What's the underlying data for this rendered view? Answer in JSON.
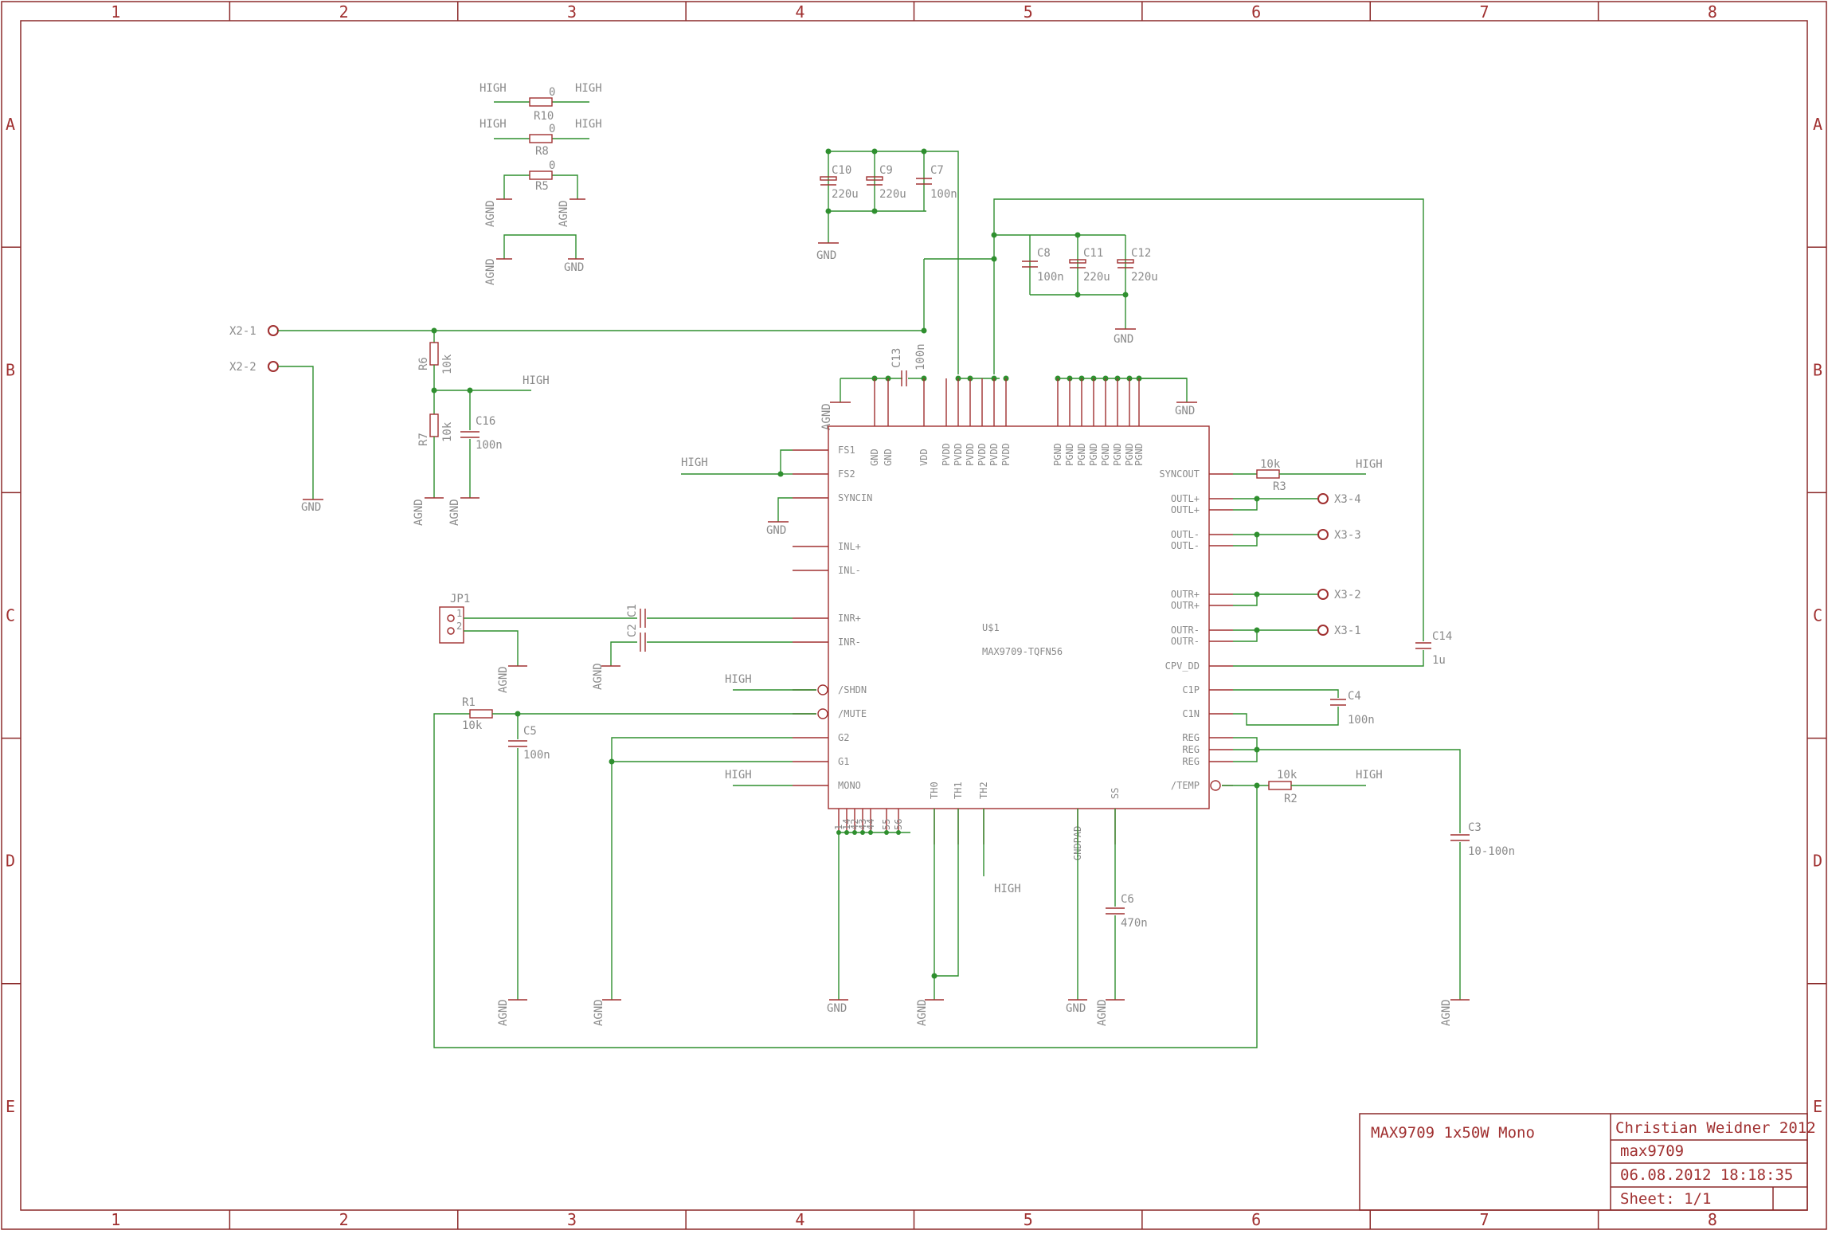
{
  "grid": {
    "columns": [
      "1",
      "2",
      "3",
      "4",
      "5",
      "6",
      "7",
      "8"
    ],
    "rows": [
      "A",
      "B",
      "C",
      "D",
      "E"
    ]
  },
  "title_block": {
    "title": "MAX9709 1x50W Mono",
    "author": "Christian Weidner 2012",
    "filename": "max9709",
    "date": "06.08.2012 18:18:35",
    "sheet": "Sheet: 1/1"
  },
  "ic": {
    "name": "U$1",
    "part": "MAX9709-TQFN56",
    "left_pins": [
      "FS1",
      "FS2",
      "SYNCIN",
      "INL+",
      "INL-",
      "INR+",
      "INR-",
      "/SHDN",
      "/MUTE",
      "G2",
      "G1",
      "MONO"
    ],
    "right_pins": [
      "SYNCOUT",
      "OUTL+",
      "OUTL+",
      "OUTL-",
      "OUTL-",
      "OUTR+",
      "OUTR+",
      "OUTR-",
      "OUTR-",
      "CPV_DD",
      "C1P",
      "C1N",
      "REG",
      "REG",
      "REG",
      "/TEMP"
    ],
    "top_pins": [
      "GND",
      "GND",
      "VDD",
      "PVDD",
      "PVDD",
      "PVDD",
      "PVDD",
      "PVDD",
      "PVDD",
      "PGND",
      "PGND",
      "PGND",
      "PGND",
      "PGND",
      "PGND",
      "PGND",
      "PGND"
    ],
    "bottom_pins": [
      "1",
      "14",
      "42",
      "43",
      "44",
      "55",
      "56",
      "TH0",
      "TH1",
      "TH2",
      "GNDPAD",
      "SS"
    ]
  },
  "connectors": {
    "x2_1": "X2-1",
    "x2_2": "X2-2",
    "x3_4": "X3-4",
    "x3_3": "X3-3",
    "x3_2": "X3-2",
    "x3_1": "X3-1",
    "jp1": "JP1",
    "jp1_p1": "1",
    "jp1_p2": "2"
  },
  "components": {
    "r10": "R10",
    "r10_val": "0",
    "r8": "R8",
    "r8_val": "0",
    "r5": "R5",
    "r5_val": "0",
    "r6": "R6",
    "r6_val": "10k",
    "r7": "R7",
    "r7_val": "10k",
    "r1": "R1",
    "r1_val": "10k",
    "r2": "R2",
    "r2_val": "10k",
    "r3": "R3",
    "r3_val": "10k",
    "c1": "C1",
    "c2": "C2",
    "c3": "C3",
    "c3_val": "10-100n",
    "c4": "C4",
    "c4_val": "100n",
    "c5": "C5",
    "c5_val": "100n",
    "c6": "C6",
    "c6_val": "470n",
    "c7": "C7",
    "c7_val": "100n",
    "c8": "C8",
    "c8_val": "100n",
    "c9": "C9",
    "c9_val": "220u",
    "c10": "C10",
    "c10_val": "220u",
    "c11": "C11",
    "c11_val": "220u",
    "c12": "C12",
    "c12_val": "220u",
    "c13": "C13",
    "c13_val": "100n",
    "c14": "C14",
    "c14_val": "1u",
    "c16": "C16",
    "c16_val": "100n"
  },
  "nets": {
    "high": "HIGH",
    "gnd": "GND",
    "agnd": "AGND"
  }
}
